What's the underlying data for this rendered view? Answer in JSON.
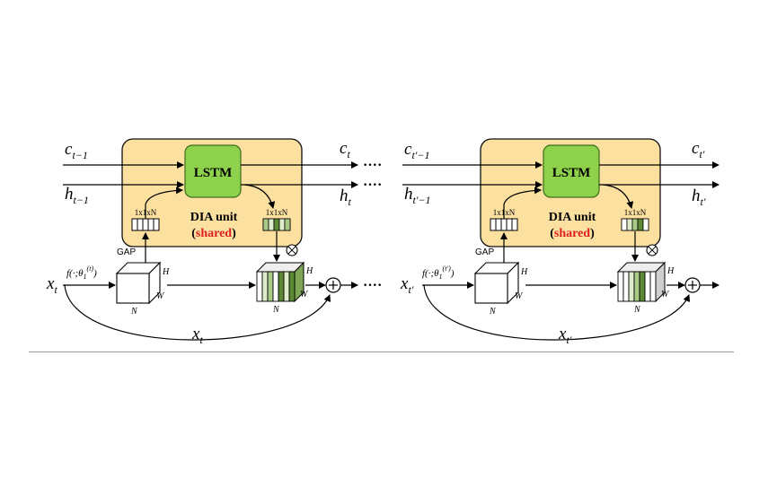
{
  "colors": {
    "unit_fill": "#fbe0a0",
    "unit_stroke": "#111111",
    "lstm_fill": "#8ed14b",
    "lstm_stroke": "#3d6b1e",
    "shared_text": "#e02020",
    "stripe_light": "#dfeccc",
    "stripe_mid": "#a9c986",
    "stripe_dark": "#5c8a34"
  },
  "left": {
    "c_in": "c",
    "c_in_sub": "t−1",
    "h_in": "h",
    "h_in_sub": "t−1",
    "c_out": "c",
    "c_out_sub": "t",
    "h_out": "h",
    "h_out_sub": "t",
    "lstm": "LSTM",
    "unit_title": "DIA unit",
    "shared_open": "(",
    "shared_word": "shared",
    "shared_close": ")",
    "vec_in": "1x1xN",
    "vec_out": "1x1xN",
    "gap": "GAP",
    "x_in": "x",
    "x_in_sub": "t",
    "f_label": "f(·;θ",
    "f_sub": "1",
    "f_sup": "(t)",
    "f_close": ")",
    "cube_H": "H",
    "cube_W": "W",
    "cube_N": "N",
    "out_H": "H",
    "out_W": "W",
    "out_N": "N",
    "skip": "x",
    "skip_sub": "t"
  },
  "right": {
    "c_in": "c",
    "c_in_sub": "t′−1",
    "h_in": "h",
    "h_in_sub": "t′−1",
    "c_out": "c",
    "c_out_sub": "t′",
    "h_out": "h",
    "h_out_sub": "t′",
    "lstm": "LSTM",
    "unit_title": "DIA unit",
    "shared_open": "(",
    "shared_word": "shared",
    "shared_close": ")",
    "vec_in": "1x1xN",
    "vec_out": "1x1xN",
    "gap": "GAP",
    "x_in": "x",
    "x_in_sub": "t′",
    "f_label": "f(·;θ",
    "f_sub": "1",
    "f_sup": "(t′)",
    "f_close": ")",
    "cube_H": "H",
    "cube_W": "W",
    "cube_N": "N",
    "out_H": "H",
    "out_W": "W",
    "out_N": "N",
    "skip": "x",
    "skip_sub": "t′"
  },
  "ellipsis_c": "····",
  "ellipsis_h": "····",
  "ellipsis_x": "····"
}
